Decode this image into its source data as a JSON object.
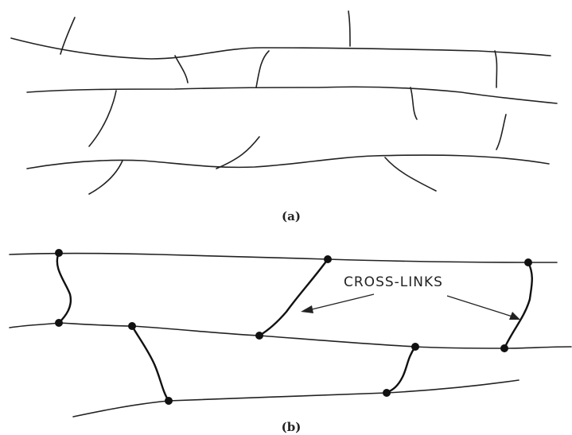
{
  "panel_a": {
    "caption": "(a)"
  },
  "panel_b": {
    "caption": "(b)",
    "annotation": "CROSS-LINKS"
  }
}
